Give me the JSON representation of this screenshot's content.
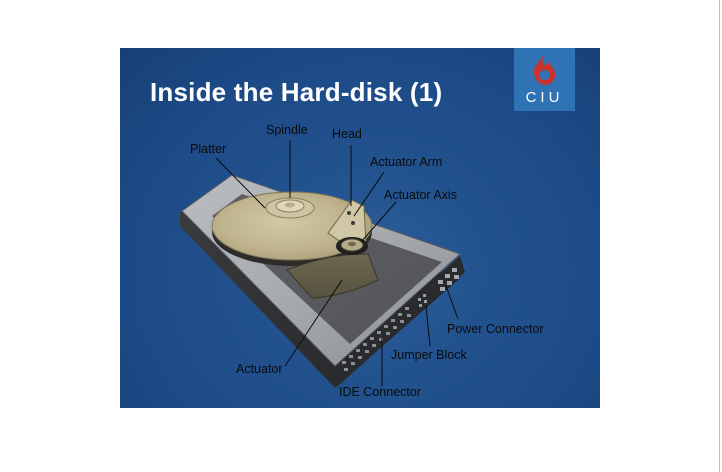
{
  "slide": {
    "title": "Inside the Hard-disk (1)",
    "logo_text": "CIU"
  },
  "labels": {
    "spindle": "Spindle",
    "head": "Head",
    "platter": "Platter",
    "actuator_arm": "Actuator Arm",
    "actuator_axis": "Actuator Axis",
    "power_connector": "Power Connector",
    "jumper_block": "Jumper Block",
    "actuator": "Actuator",
    "ide_connector": "IDE Connector"
  },
  "colors": {
    "background": "#1f4f8c",
    "logo_box": "#2f73b4",
    "logo_flame": "#c8332b",
    "label_text": "#0a0a0a",
    "title_text": "#ffffff"
  }
}
